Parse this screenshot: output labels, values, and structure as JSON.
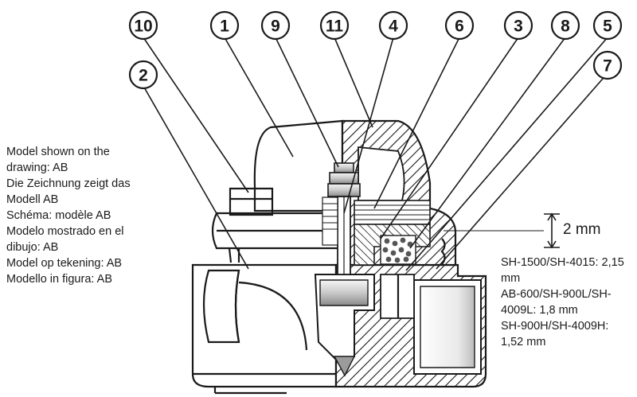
{
  "callouts": [
    "10",
    "1",
    "9",
    "11",
    "4",
    "6",
    "3",
    "8",
    "5",
    "2",
    "7"
  ],
  "dimension": "2 mm",
  "left_note": [
    "Model shown on the",
    "drawing: AB",
    "Die Zeichnung zeigt das",
    "Modell AB",
    "Schéma: modèle AB",
    "Modelo mostrado en el",
    "dibujo: AB",
    "Model op tekening: AB",
    "Modello in figura:  AB"
  ],
  "right_note": [
    "SH-1500/SH-4015: 2,15",
    "mm",
    "AB-600/SH-900L/SH-",
    "4009L: 1,8 mm",
    "SH-900H/SH-4009H:",
    "1,52 mm"
  ]
}
